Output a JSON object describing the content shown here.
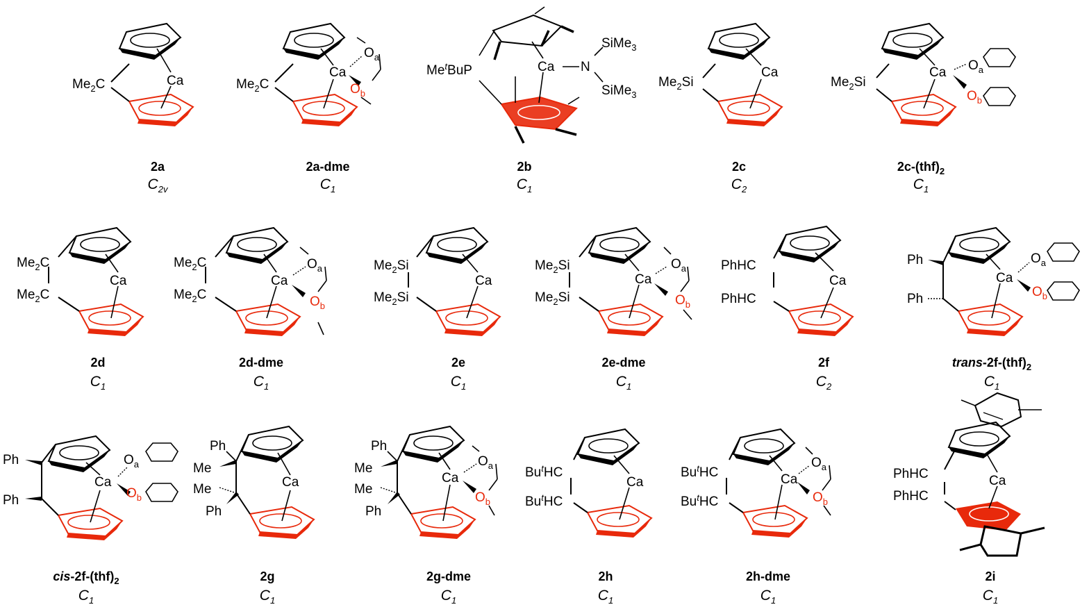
{
  "accent": {
    "black": "#000000",
    "red": "#e8290b"
  },
  "compounds": [
    {
      "key": "c2a",
      "name": "2a",
      "sym": "C",
      "sub": "2v",
      "labels": {
        "bridge": "Me",
        "bridge_sub": "2",
        "bridge_end": "C",
        "metal": "Ca"
      }
    },
    {
      "key": "c2adme",
      "name": "2a-dme",
      "sym": "C",
      "sub": "1",
      "labels": {
        "bridge": "Me",
        "bridge_sub": "2",
        "bridge_end": "C",
        "metal": "Ca",
        "oa": "O",
        "oa_sub": "a",
        "ob": "O",
        "ob_sub": "b"
      }
    },
    {
      "key": "c2b",
      "name": "2b",
      "sym": "C",
      "sub": "1",
      "labels": {
        "p_pre": "Me",
        "p_sup": "t",
        "p_post": "BuP",
        "metal": "Ca",
        "n": "N",
        "si1": "SiMe",
        "si1_sub": "3",
        "si2": "SiMe",
        "si2_sub": "3"
      }
    },
    {
      "key": "c2c",
      "name": "2c",
      "sym": "C",
      "sub": "2",
      "labels": {
        "bridge": "Me",
        "bridge_sub": "2",
        "bridge_end": "Si",
        "metal": "Ca"
      }
    },
    {
      "key": "c2cthf",
      "name": "2c-(thf)",
      "name_sub": "2",
      "sym": "C",
      "sub": "1",
      "labels": {
        "bridge": "Me",
        "bridge_sub": "2",
        "bridge_end": "Si",
        "metal": "Ca",
        "oa": "O",
        "oa_sub": "a",
        "ob": "O",
        "ob_sub": "b"
      }
    },
    {
      "key": "c2d",
      "name": "2d",
      "sym": "C",
      "sub": "1",
      "labels": {
        "b1": "Me",
        "b1_sub": "2",
        "b1_end": "C",
        "b2": "Me",
        "b2_sub": "2",
        "b2_end": "C",
        "metal": "Ca"
      }
    },
    {
      "key": "c2ddme",
      "name": "2d-dme",
      "sym": "C",
      "sub": "1",
      "labels": {
        "b1": "Me",
        "b1_sub": "2",
        "b1_end": "C",
        "b2": "Me",
        "b2_sub": "2",
        "b2_end": "C",
        "metal": "Ca",
        "oa": "O",
        "oa_sub": "a",
        "ob": "O",
        "ob_sub": "b"
      }
    },
    {
      "key": "c2e",
      "name": "2e",
      "sym": "C",
      "sub": "1",
      "labels": {
        "b1": "Me",
        "b1_sub": "2",
        "b1_end": "Si",
        "b2": "Me",
        "b2_sub": "2",
        "b2_end": "Si",
        "metal": "Ca"
      }
    },
    {
      "key": "c2edme",
      "name": "2e-dme",
      "sym": "C",
      "sub": "1",
      "labels": {
        "b1": "Me",
        "b1_sub": "2",
        "b1_end": "Si",
        "b2": "Me",
        "b2_sub": "2",
        "b2_end": "Si",
        "metal": "Ca",
        "oa": "O",
        "oa_sub": "a",
        "ob": "O",
        "ob_sub": "b"
      }
    },
    {
      "key": "c2f",
      "name": "2f",
      "sym": "C",
      "sub": "2",
      "labels": {
        "b1": "PhHC",
        "b2": "PhHC",
        "metal": "Ca"
      }
    },
    {
      "key": "c2ftrans",
      "name_pre": "trans",
      "name": "-2f-(thf)",
      "name_sub": "2",
      "sym": "C",
      "sub": "1",
      "labels": {
        "ph1": "Ph",
        "ph2": "Ph",
        "metal": "Ca",
        "oa": "O",
        "oa_sub": "a",
        "ob": "O",
        "ob_sub": "b"
      }
    },
    {
      "key": "c2fcis",
      "name_pre": "cis",
      "name": "-2f-(thf)",
      "name_sub": "2",
      "sym": "C",
      "sub": "1",
      "labels": {
        "ph1": "Ph",
        "ph2": "Ph",
        "metal": "Ca",
        "oa": "O",
        "oa_sub": "a",
        "ob": "O",
        "ob_sub": "b"
      }
    },
    {
      "key": "c2g",
      "name": "2g",
      "sym": "C",
      "sub": "1",
      "labels": {
        "ph1": "Ph",
        "me1": "Me",
        "me2": "Me",
        "ph2": "Ph",
        "metal": "Ca"
      }
    },
    {
      "key": "c2gdme",
      "name": "2g-dme",
      "sym": "C",
      "sub": "1",
      "labels": {
        "ph1": "Ph",
        "me1": "Me",
        "me2": "Me",
        "ph2": "Ph",
        "metal": "Ca",
        "oa": "O",
        "oa_sub": "a",
        "ob": "O",
        "ob_sub": "b"
      }
    },
    {
      "key": "c2h",
      "name": "2h",
      "sym": "C",
      "sub": "1",
      "labels": {
        "b1_pre": "Bu",
        "b1_sup": "t",
        "b1_post": "HC",
        "b2_pre": "Bu",
        "b2_sup": "t",
        "b2_post": "HC",
        "metal": "Ca"
      }
    },
    {
      "key": "c2hdme",
      "name": "2h-dme",
      "sym": "C",
      "sub": "1",
      "labels": {
        "b1_pre": "Bu",
        "b1_sup": "t",
        "b1_post": "HC",
        "b2_pre": "Bu",
        "b2_sup": "t",
        "b2_post": "HC",
        "metal": "Ca",
        "oa": "O",
        "oa_sub": "a",
        "ob": "O",
        "ob_sub": "b"
      }
    },
    {
      "key": "c2i",
      "name": "2i",
      "sym": "C",
      "sub": "1",
      "labels": {
        "b1": "PhHC",
        "b2": "PhHC",
        "metal": "Ca"
      }
    }
  ]
}
